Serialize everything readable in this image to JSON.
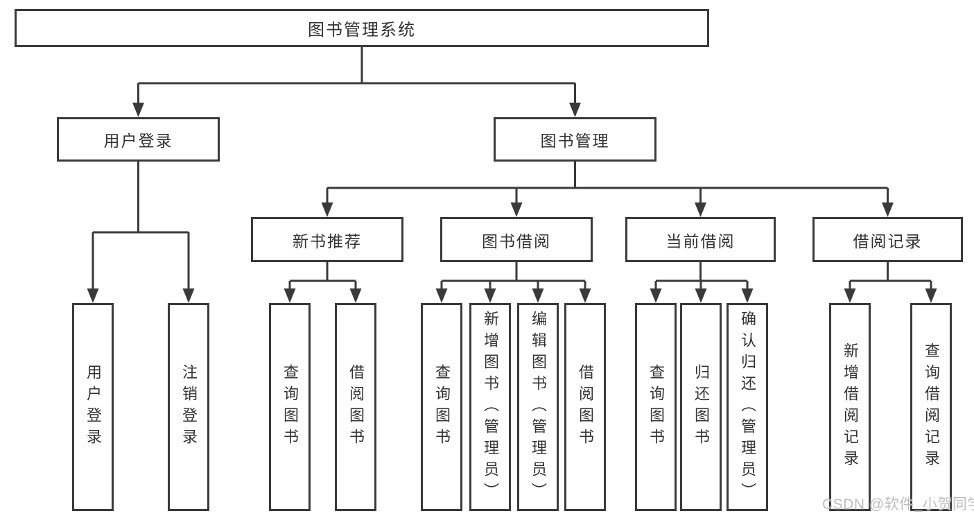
{
  "tree": {
    "root": {
      "label": "图书管理系统",
      "children": [
        {
          "label": "用户登录",
          "children": [
            {
              "label": "用户登录"
            },
            {
              "label": "注销登录"
            }
          ]
        },
        {
          "label": "图书管理",
          "children": [
            {
              "label": "新书推荐",
              "children": [
                {
                  "label": "查询图书"
                },
                {
                  "label": "借阅图书"
                }
              ]
            },
            {
              "label": "图书借阅",
              "children": [
                {
                  "label": "查询图书"
                },
                {
                  "label": "新增图书（管理员）"
                },
                {
                  "label": "编辑图书（管理员）"
                },
                {
                  "label": "借阅图书"
                }
              ]
            },
            {
              "label": "当前借阅",
              "children": [
                {
                  "label": "查询图书"
                },
                {
                  "label": "归还图书"
                },
                {
                  "label": "确认归还（管理员）"
                }
              ]
            },
            {
              "label": "借阅记录",
              "children": [
                {
                  "label": "新增借阅记录"
                },
                {
                  "label": "查询借阅记录"
                }
              ]
            }
          ]
        }
      ]
    }
  },
  "watermark": {
    "text": "CSDN @软件_小贺同学"
  },
  "colors": {
    "line": "#3a3a3a",
    "box_border": "#3a3a3a",
    "text": "#333333",
    "watermark": "#babABE",
    "background": "#ffffff"
  }
}
